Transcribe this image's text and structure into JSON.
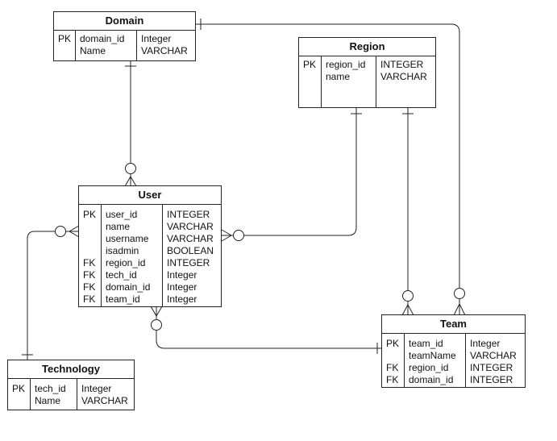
{
  "entities": {
    "domain": {
      "title": "Domain",
      "rows": [
        {
          "key": "PK",
          "name": "domain_id",
          "type": "Integer"
        },
        {
          "key": "",
          "name": "Name",
          "type": "VARCHAR"
        }
      ]
    },
    "region": {
      "title": "Region",
      "rows": [
        {
          "key": "PK",
          "name": "region_id",
          "type": "INTEGER"
        },
        {
          "key": "",
          "name": "name",
          "type": "VARCHAR"
        }
      ]
    },
    "user": {
      "title": "User",
      "rows": [
        {
          "key": "PK",
          "name": "user_id",
          "type": "INTEGER"
        },
        {
          "key": "",
          "name": "name",
          "type": "VARCHAR"
        },
        {
          "key": "",
          "name": "username",
          "type": "VARCHAR"
        },
        {
          "key": "",
          "name": "isadmin",
          "type": "BOOLEAN"
        },
        {
          "key": "FK",
          "name": "region_id",
          "type": "INTEGER"
        },
        {
          "key": "FK",
          "name": "tech_id",
          "type": "Integer"
        },
        {
          "key": "FK",
          "name": "domain_id",
          "type": "Integer"
        },
        {
          "key": "FK",
          "name": "team_id",
          "type": "Integer"
        }
      ]
    },
    "technology": {
      "title": "Technology",
      "rows": [
        {
          "key": "PK",
          "name": "tech_id",
          "type": "Integer"
        },
        {
          "key": "",
          "name": "Name",
          "type": "VARCHAR"
        }
      ]
    },
    "team": {
      "title": "Team",
      "rows": [
        {
          "key": "PK",
          "name": "team_id",
          "type": "Integer"
        },
        {
          "key": "",
          "name": "teamName",
          "type": "VARCHAR"
        },
        {
          "key": "FK",
          "name": "region_id",
          "type": "INTEGER"
        },
        {
          "key": "FK",
          "name": "domain_id",
          "type": "INTEGER"
        }
      ]
    }
  }
}
